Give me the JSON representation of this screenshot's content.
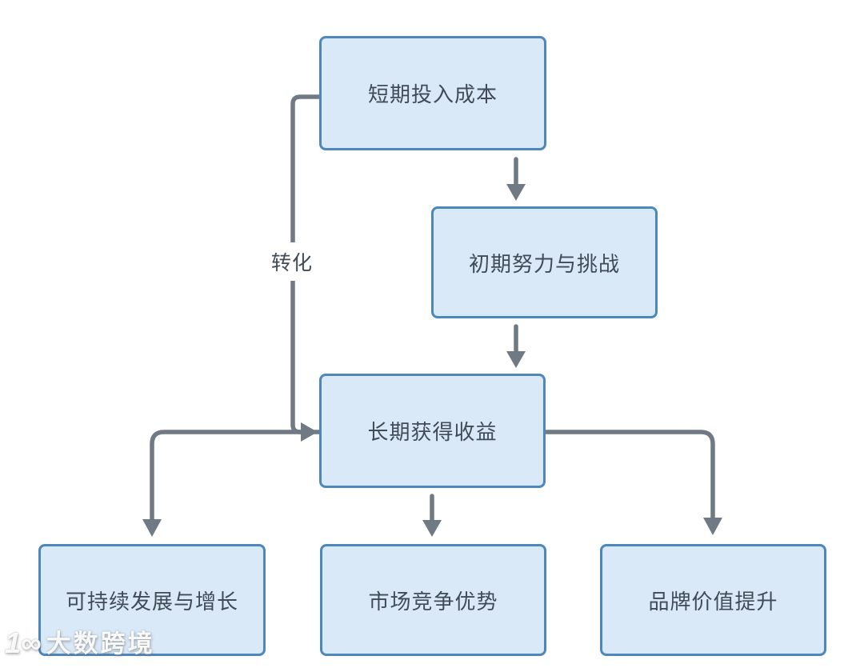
{
  "diagram": {
    "nodes": [
      {
        "id": "short-term-cost",
        "label": "短期投入成本"
      },
      {
        "id": "initial-effort",
        "label": "初期努力与挑战"
      },
      {
        "id": "long-term-gain",
        "label": "长期获得收益"
      },
      {
        "id": "sustainable-growth",
        "label": "可持续发展与增长"
      },
      {
        "id": "market-advantage",
        "label": "市场竞争优势"
      },
      {
        "id": "brand-value",
        "label": "品牌价值提升"
      }
    ],
    "edges": [
      {
        "from": "short-term-cost",
        "to": "initial-effort",
        "label": ""
      },
      {
        "from": "initial-effort",
        "to": "long-term-gain",
        "label": ""
      },
      {
        "from": "short-term-cost",
        "to": "long-term-gain",
        "label": "转化"
      },
      {
        "from": "long-term-gain",
        "to": "sustainable-growth",
        "label": ""
      },
      {
        "from": "long-term-gain",
        "to": "market-advantage",
        "label": ""
      },
      {
        "from": "long-term-gain",
        "to": "brand-value",
        "label": ""
      }
    ],
    "colors": {
      "node_fill": "#d9e9f8",
      "node_border": "#4d87bb",
      "node_text": "#404b57",
      "connector": "#6f7a85",
      "background": "#ffffff"
    }
  },
  "watermark": {
    "logo": "1∞",
    "text": "大数跨境"
  }
}
